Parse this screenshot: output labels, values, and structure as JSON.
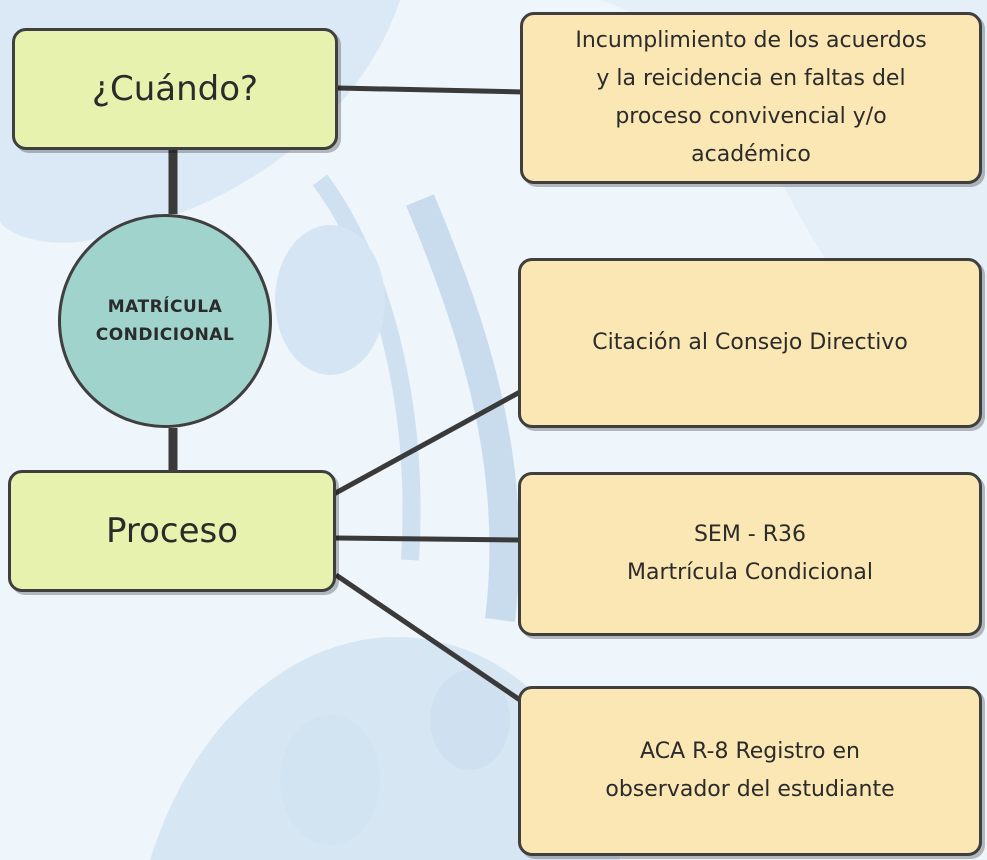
{
  "center": {
    "line1": "MATRÍCULA",
    "line2": "CONDICIONAL"
  },
  "left": {
    "when": "¿Cuándo?",
    "process": "Proceso"
  },
  "right": {
    "when_desc": [
      "Incumplimiento de los acuerdos",
      "y la reicidencia en faltas del",
      "proceso convivencial y/o",
      "académico"
    ],
    "step1": "Citación al Consejo Directivo",
    "step2": [
      "SEM - R36",
      "Martrícula Condicional"
    ],
    "step3": [
      "ACA R-8 Registro en",
      "observador del estudiante"
    ]
  },
  "colors": {
    "green": "#e6f2ad",
    "yellow": "#fbe7b3",
    "teal": "#9fd3cc",
    "stroke": "#3f3f3f"
  }
}
